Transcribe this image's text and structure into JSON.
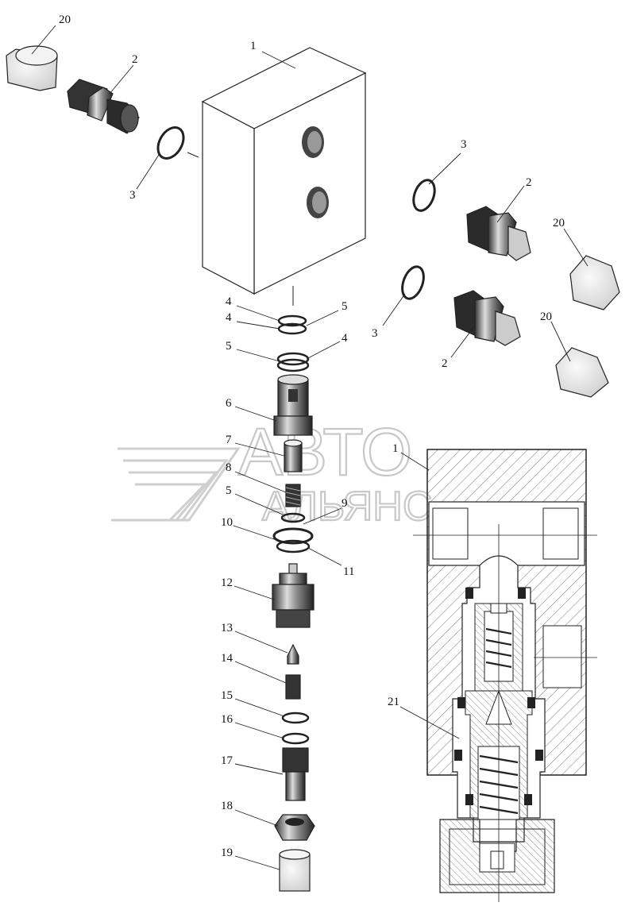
{
  "watermark": {
    "line1": "АВТО",
    "line2": "АЛЬЯНС"
  },
  "callouts": {
    "p1_top": "1",
    "p1_section": "1",
    "p2_a": "2",
    "p2_b": "2",
    "p2_c": "2",
    "p3_a": "3",
    "p3_b": "3",
    "p3_c": "3",
    "p4_a": "4",
    "p4_b": "4",
    "p4_c": "4",
    "p5_a": "5",
    "p5_b": "5",
    "p5_c": "5",
    "p6": "6",
    "p7": "7",
    "p8": "8",
    "p9": "9",
    "p10": "10",
    "p11": "11",
    "p12": "12",
    "p13": "13",
    "p14": "14",
    "p15": "15",
    "p16": "16",
    "p17": "17",
    "p18": "18",
    "p19": "19",
    "p20_a": "20",
    "p20_b": "20",
    "p20_c": "20",
    "p21": "21"
  }
}
